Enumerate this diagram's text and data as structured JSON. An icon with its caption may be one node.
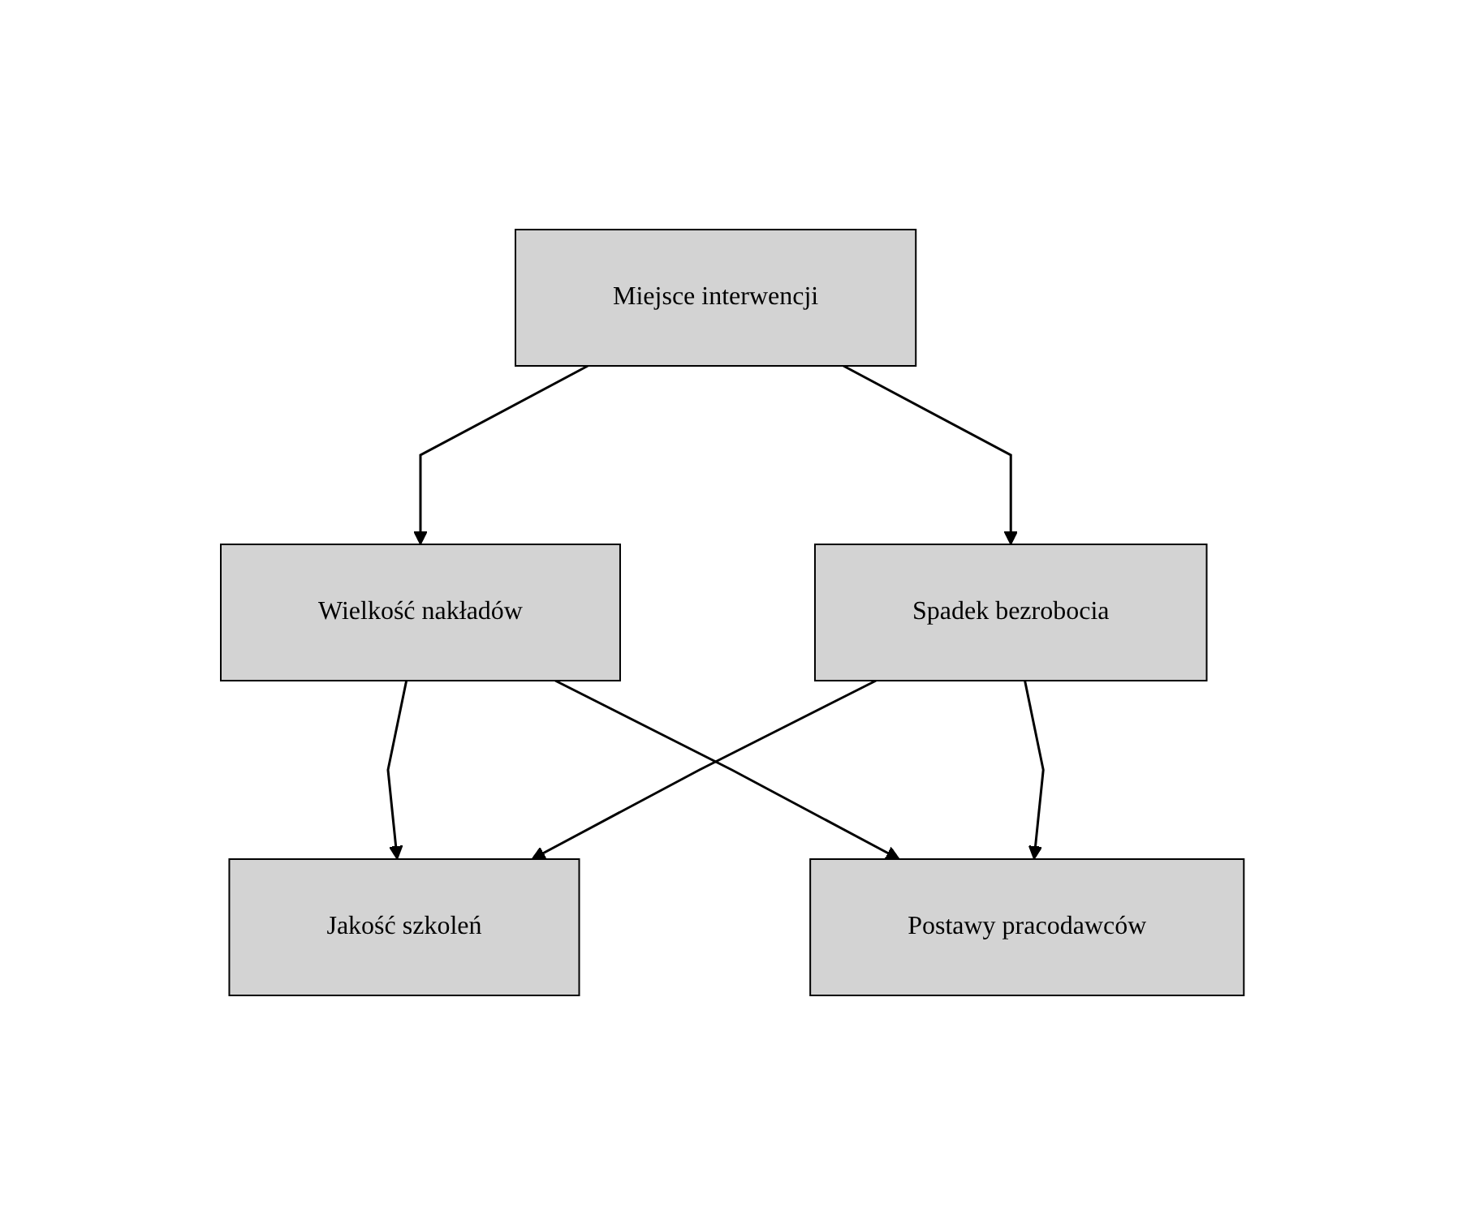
{
  "diagram": {
    "nodes": [
      {
        "text": [
          "Miejsce interwencji"
        ]
      },
      {
        "text": [
          "Jakość szkoleń"
        ]
      },
      {
        "text": [
          "Wielkość nakładów"
        ]
      },
      {
        "text": [
          "Spadek bezrobocia"
        ]
      },
      {
        "text": [
          "Postawy pracodawców"
        ]
      }
    ],
    "edges": [
      {
        "from": 0,
        "to": 2,
        "arrow": "to"
      },
      {
        "from": 0,
        "to": 3,
        "arrow": "to"
      },
      {
        "from": 2,
        "to": 1,
        "arrow": "to"
      },
      {
        "from": 3,
        "to": 1,
        "arrow": "to"
      },
      {
        "from": 2,
        "to": 4,
        "arrow": "to"
      },
      {
        "from": 3,
        "to": 4,
        "arrow": "to"
      }
    ]
  }
}
